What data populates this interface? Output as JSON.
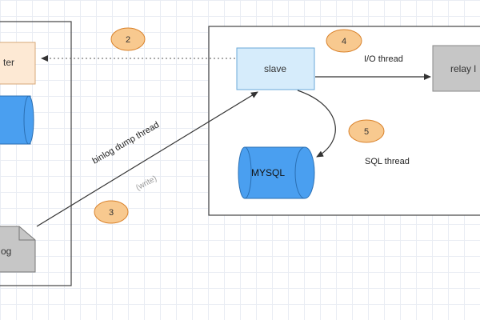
{
  "diagram": {
    "master_box_label": "ter",
    "binlog_label": "og",
    "slave_label": "slave",
    "relay_label": "relay l",
    "mysql_label": "MYSQL",
    "io_thread_label": "I/O thread",
    "sql_thread_label": "SQL thread",
    "binlog_dump_thread_label": "binlog dump thread",
    "write_label": "(write)",
    "steps": [
      "2",
      "3",
      "4",
      "5"
    ]
  },
  "colors": {
    "master_fill": "#fde9d4",
    "slave_fill": "#d6ecfb",
    "db_fill": "#4a9ff0",
    "relay_fill": "#c6c6c6",
    "binlog_fill": "#c6c6c6",
    "step_fill": "#f8c98f",
    "step_stroke": "#d9822b",
    "line": "#333333"
  }
}
